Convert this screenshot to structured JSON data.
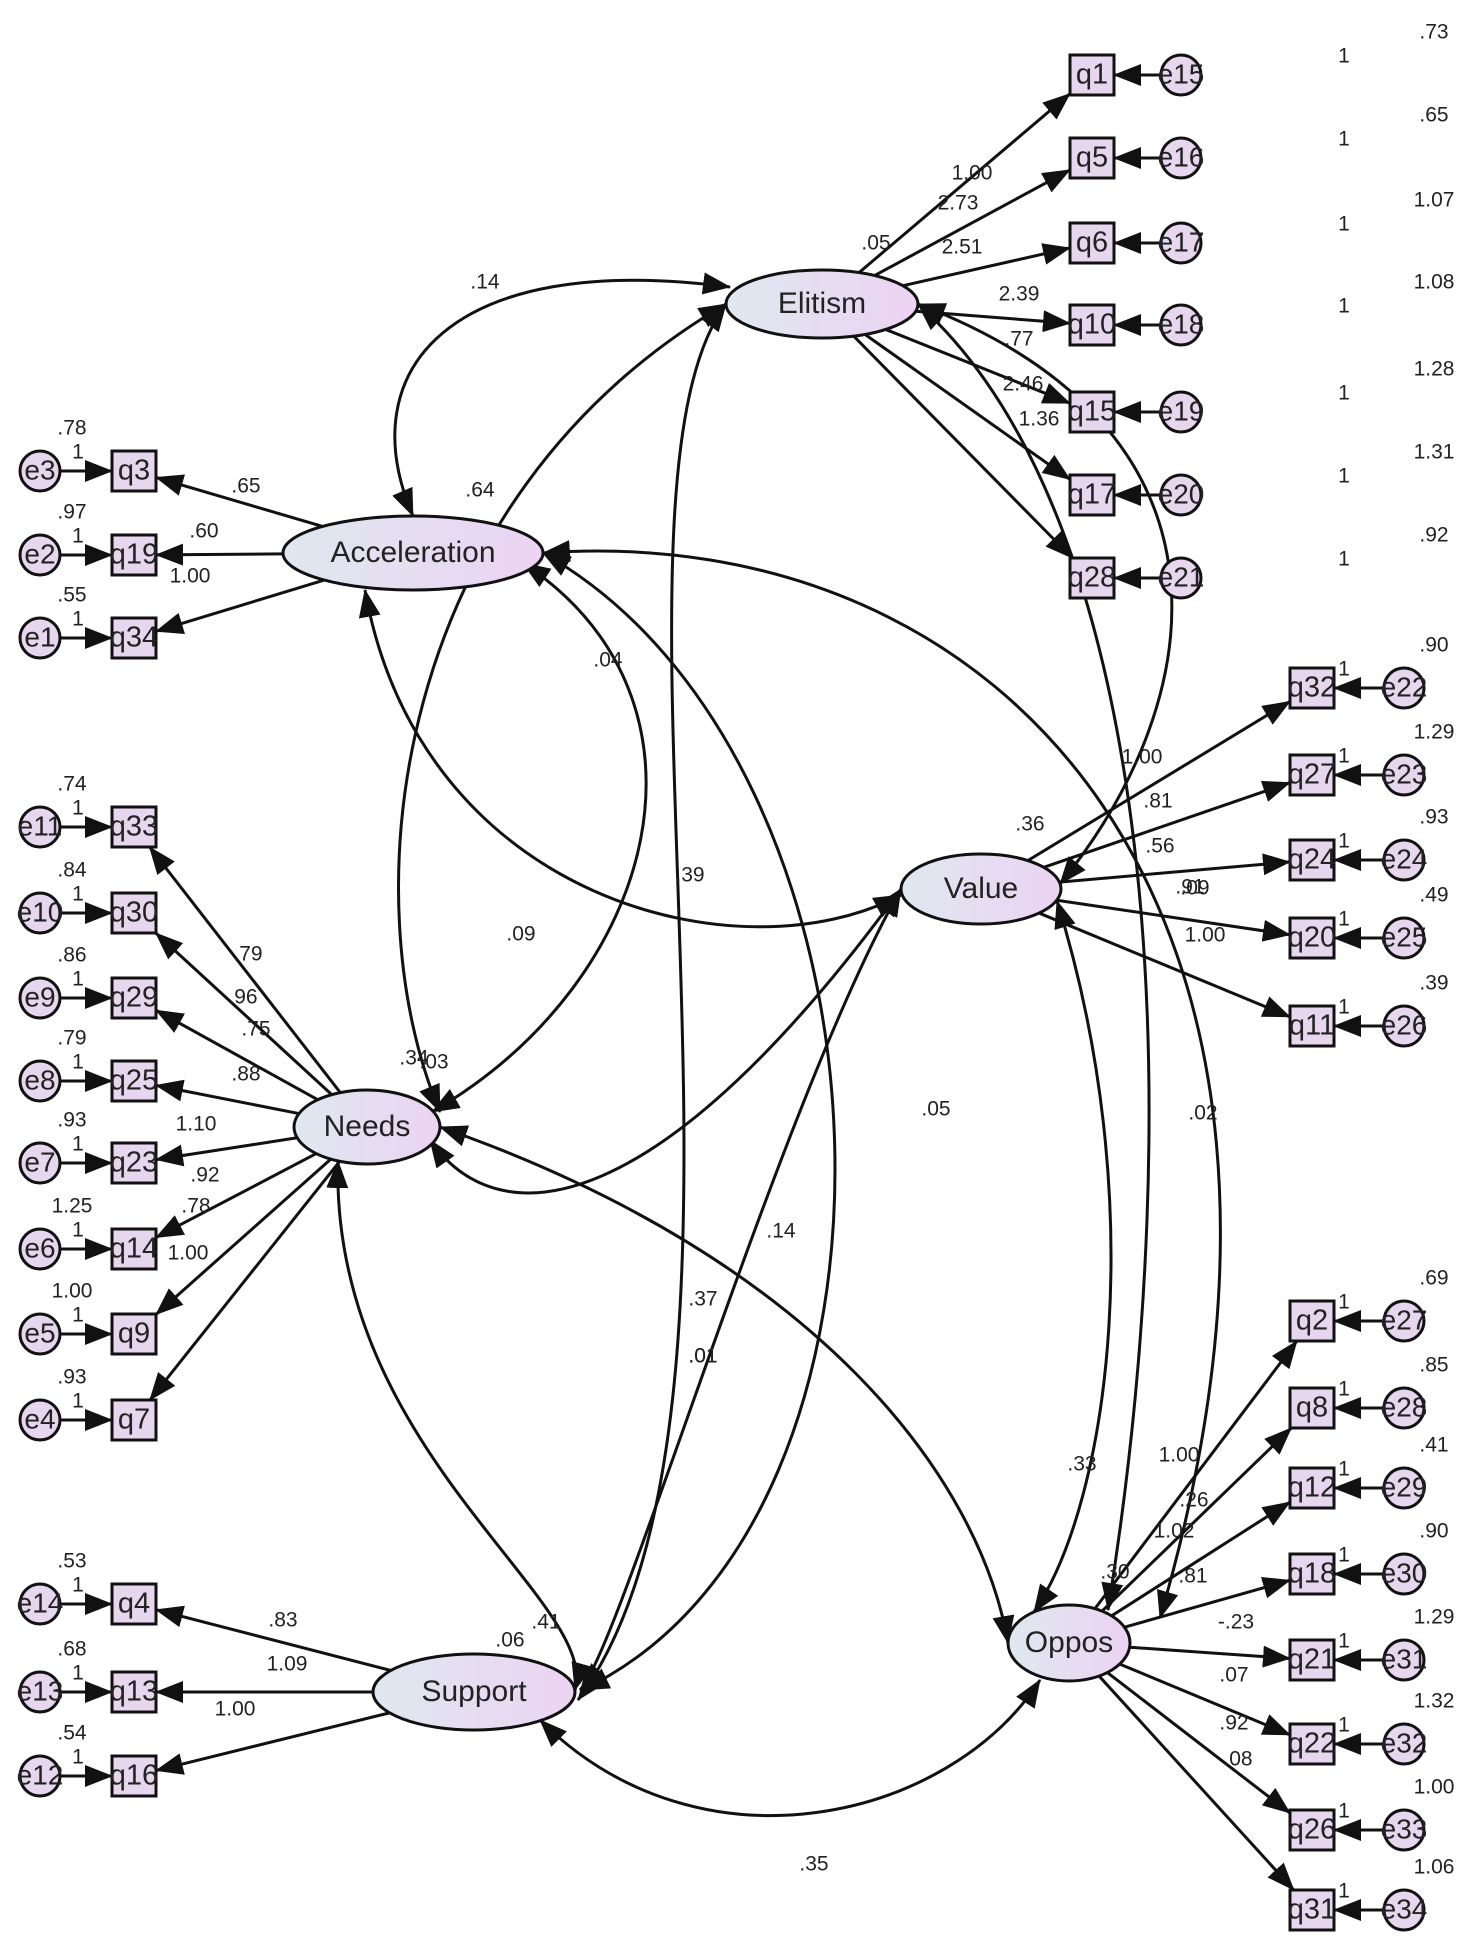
{
  "latents": {
    "elitism": {
      "name": "Elitism",
      "variance": ".05"
    },
    "acceleration": {
      "name": "Acceleration",
      "variance": ".64"
    },
    "value": {
      "name": "Value",
      "variance": ".36"
    },
    "needs": {
      "name": "Needs",
      "variance": ".34"
    },
    "support": {
      "name": "Support",
      "variance": ".06"
    },
    "oppos": {
      "name": "Oppos",
      "variance": ".30"
    }
  },
  "indicators": [
    {
      "latent": "elitism",
      "item": "q1",
      "error": "e15",
      "loading": "1.00",
      "error_variance": ".73",
      "fixed": "1"
    },
    {
      "latent": "elitism",
      "item": "q5",
      "error": "e16",
      "loading": "2.73",
      "error_variance": ".65",
      "fixed": "1"
    },
    {
      "latent": "elitism",
      "item": "q6",
      "error": "e17",
      "loading": "2.51",
      "error_variance": "1.07",
      "fixed": "1"
    },
    {
      "latent": "elitism",
      "item": "q10",
      "error": "e18",
      "loading": "2.39",
      "error_variance": "1.08",
      "fixed": "1"
    },
    {
      "latent": "elitism",
      "item": "q15",
      "error": "e19",
      "loading": ".77",
      "error_variance": "1.28",
      "fixed": "1"
    },
    {
      "latent": "elitism",
      "item": "q17",
      "error": "e20",
      "loading": "2.46",
      "error_variance": "1.31",
      "fixed": "1"
    },
    {
      "latent": "elitism",
      "item": "q28",
      "error": "e21",
      "loading": "1.36",
      "error_variance": ".92",
      "fixed": "1"
    },
    {
      "latent": "acceleration",
      "item": "q3",
      "error": "e3",
      "loading": ".65",
      "error_variance": ".78",
      "fixed": "1"
    },
    {
      "latent": "acceleration",
      "item": "q19",
      "error": "e2",
      "loading": ".60",
      "error_variance": ".97",
      "fixed": "1"
    },
    {
      "latent": "acceleration",
      "item": "q34",
      "error": "e1",
      "loading": "1.00",
      "error_variance": ".55",
      "fixed": "1"
    },
    {
      "latent": "value",
      "item": "q32",
      "error": "e22",
      "loading": "1.00",
      "error_variance": ".90",
      "fixed": "1"
    },
    {
      "latent": "value",
      "item": "q27",
      "error": "e23",
      "loading": ".81",
      "error_variance": "1.29",
      "fixed": "1"
    },
    {
      "latent": "value",
      "item": "q24",
      "error": "e24",
      "loading": ".56",
      "error_variance": ".93",
      "fixed": "1"
    },
    {
      "latent": "value",
      "item": "q20",
      "error": "e25",
      "loading": ".91",
      "error_variance": ".49",
      "fixed": "1"
    },
    {
      "latent": "value",
      "item": "q11",
      "error": "e26",
      "loading": "1.00",
      "error_variance": ".39",
      "fixed": "1"
    },
    {
      "latent": "needs",
      "item": "q33",
      "error": "e11",
      "loading": ".79",
      "error_variance": ".74",
      "fixed": "1"
    },
    {
      "latent": "needs",
      "item": "q30",
      "error": "e10",
      "loading": ".96",
      "error_variance": ".84",
      "fixed": "1"
    },
    {
      "latent": "needs",
      "item": "q29",
      "error": "e9",
      "loading": ".75",
      "error_variance": ".86",
      "fixed": "1"
    },
    {
      "latent": "needs",
      "item": "q25",
      "error": "e8",
      "loading": ".88",
      "error_variance": ".79",
      "fixed": "1"
    },
    {
      "latent": "needs",
      "item": "q23",
      "error": "e7",
      "loading": "1.10",
      "error_variance": ".93",
      "fixed": "1"
    },
    {
      "latent": "needs",
      "item": "q14",
      "error": "e6",
      "loading": ".92",
      "error_variance": "1.25",
      "fixed": "1"
    },
    {
      "latent": "needs",
      "item": "q9",
      "error": "e5",
      "loading": ".78",
      "error_variance": "1.00",
      "fixed": "1"
    },
    {
      "latent": "needs",
      "item": "q7",
      "error": "e4",
      "loading": "1.00",
      "error_variance": ".93",
      "fixed": "1"
    },
    {
      "latent": "support",
      "item": "q4",
      "error": "e14",
      "loading": ".83",
      "error_variance": ".53",
      "fixed": "1"
    },
    {
      "latent": "support",
      "item": "q13",
      "error": "e13",
      "loading": "1.09",
      "error_variance": ".68",
      "fixed": "1"
    },
    {
      "latent": "support",
      "item": "q16",
      "error": "e12",
      "loading": "1.00",
      "error_variance": ".54",
      "fixed": "1"
    },
    {
      "latent": "oppos",
      "item": "q2",
      "error": "e27",
      "loading": "1.00",
      "error_variance": ".69",
      "fixed": "1"
    },
    {
      "latent": "oppos",
      "item": "q8",
      "error": "e28",
      "loading": ".26",
      "error_variance": ".85",
      "fixed": "1"
    },
    {
      "latent": "oppos",
      "item": "q12",
      "error": "e29",
      "loading": "1.02",
      "error_variance": ".41",
      "fixed": "1"
    },
    {
      "latent": "oppos",
      "item": "q18",
      "error": "e30",
      "loading": ".81",
      "error_variance": ".90",
      "fixed": "1"
    },
    {
      "latent": "oppos",
      "item": "q21",
      "error": "e31",
      "loading": "-.23",
      "error_variance": "1.29",
      "fixed": "1"
    },
    {
      "latent": "oppos",
      "item": "q22",
      "error": "e32",
      "loading": ".07",
      "error_variance": "1.32",
      "fixed": "1"
    },
    {
      "latent": "oppos",
      "item": "q26",
      "error": "e33",
      "loading": ".92",
      "error_variance": "1.00",
      "fixed": "1"
    },
    {
      "latent": "oppos",
      "item": "q31",
      "error": "e34",
      "loading": ".08",
      "error_variance": "1.06",
      "fixed": "1"
    }
  ],
  "covariances": [
    {
      "from": "acceleration",
      "to": "elitism",
      "value": ".14"
    },
    {
      "from": "acceleration",
      "to": "value",
      "value": ".39"
    },
    {
      "from": "acceleration",
      "to": "needs",
      "value": ".04"
    },
    {
      "from": "acceleration",
      "to": "oppos",
      "value": ".02"
    },
    {
      "from": "acceleration",
      "to": "support",
      "value": ".09"
    },
    {
      "from": "elitism",
      "to": "value",
      "value": ".09"
    },
    {
      "from": "elitism",
      "to": "needs",
      "value": ".03"
    },
    {
      "from": "elitism",
      "to": "oppos",
      "value": ".05"
    },
    {
      "from": "elitism",
      "to": "support",
      "value": ".37"
    },
    {
      "from": "value",
      "to": "needs",
      "value": ".14"
    },
    {
      "from": "value",
      "to": "oppos",
      "value": ".33"
    },
    {
      "from": "value",
      "to": "support",
      "value": ".41"
    },
    {
      "from": "needs",
      "to": "support",
      "value": ".01"
    },
    {
      "from": "needs",
      "to": "oppos",
      "value": ".01"
    },
    {
      "from": "support",
      "to": "oppos",
      "value": ".35"
    }
  ]
}
